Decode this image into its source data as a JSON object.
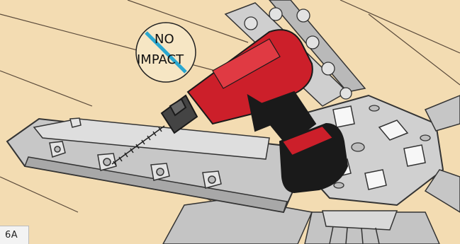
{
  "warning": {
    "line1": "NO",
    "line2": "IMPACT",
    "slash_color": "#2aa7d0"
  },
  "figure_label": "6A",
  "colors": {
    "floor": "#f3dcb2",
    "metal": "#c9c9c9",
    "drill_body": "#cc1f2a",
    "drill_grip": "#1a1a1a"
  }
}
